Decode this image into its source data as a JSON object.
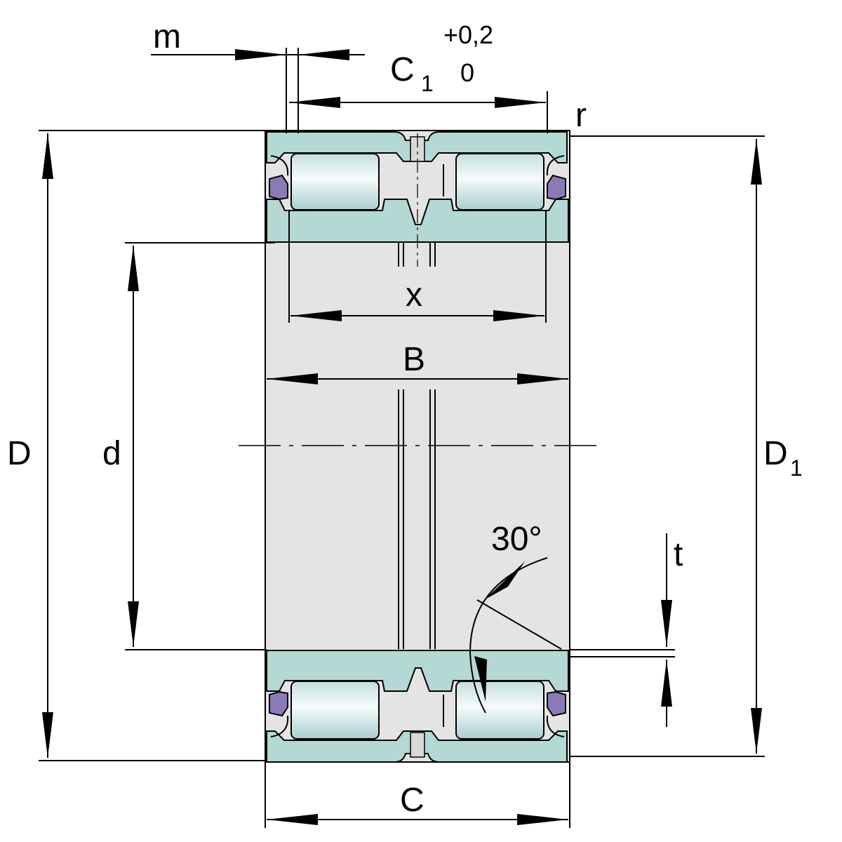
{
  "labels": {
    "m": "m",
    "c1": "C",
    "c1_sub": "1",
    "tol_upper": "+0,2",
    "tol_lower": "0",
    "r": "r",
    "x": "x",
    "b": "B",
    "d_outer": "D",
    "d_bore": "d",
    "d1": "D",
    "d1_sub": "1",
    "angle": "30°",
    "t": "t",
    "c": "C"
  },
  "colors": {
    "ring": "#b4d8d4",
    "roller": "#d2e6e6",
    "body": "#e4e4e4",
    "seal": "#8c7ab8",
    "line": "#000000"
  }
}
